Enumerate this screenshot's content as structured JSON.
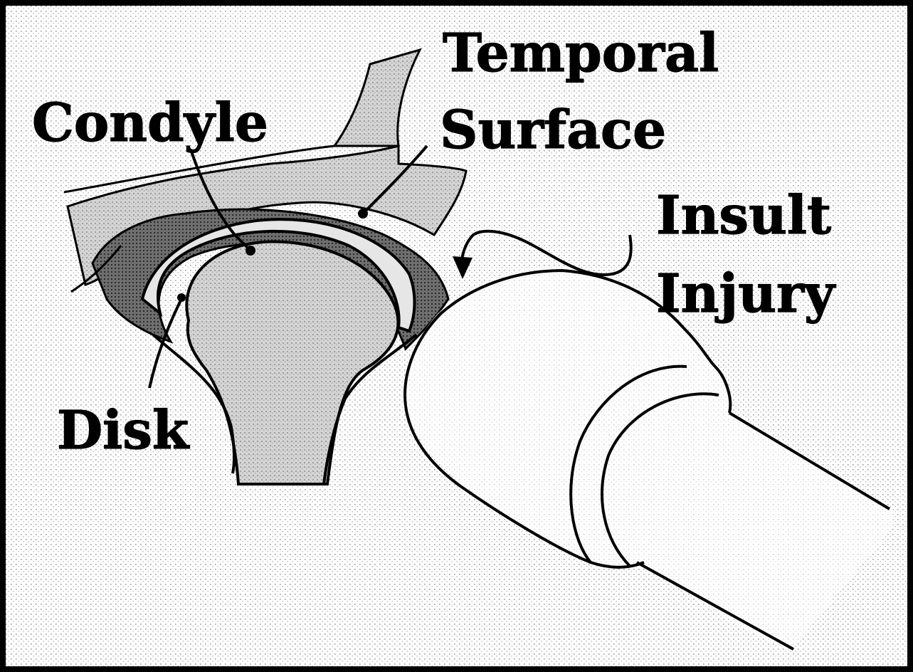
{
  "labels": {
    "temporal_line1": "Temporal",
    "temporal_line2": "Surface",
    "condyle": "Condyle",
    "insult_line1": "Insult",
    "insult_line2": "Injury",
    "disk": "Disk"
  },
  "colors": {
    "ink": "#000000",
    "background": "#ffffff",
    "stipple": "#9a9a9a",
    "bone_fill": "#c8c8c8",
    "dark_tissue": "#6e6e6e"
  }
}
